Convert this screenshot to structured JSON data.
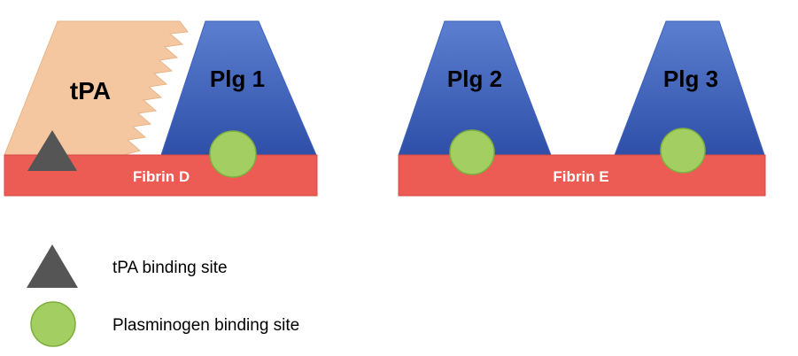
{
  "colors": {
    "tpa_fill": "#f4c7a1",
    "tpa_stroke": "#e8b58a",
    "plasminogen_gradient_top": "#5b7fd0",
    "plasminogen_gradient_bottom": "#2f4fa8",
    "plasminogen_stroke": "#3e61bd",
    "fibrin_fill": "#ec5b54",
    "fibrin_stroke": "#d94a43",
    "tpa_site_fill": "#555555",
    "plg_site_fill": "#a2ce62",
    "plg_site_stroke": "#7eae3e",
    "label_dark": "#000000",
    "label_light": "#ffffff"
  },
  "diagram": {
    "tpa_label": "tPA",
    "plg1_label": "Plg 1",
    "plg2_label": "Plg 2",
    "plg3_label": "Plg 3",
    "fibrin_d_label": "Fibrin D",
    "fibrin_e_label": "Fibrin E"
  },
  "legend": {
    "tpa_site_icon": "triangle-icon",
    "tpa_site_label": "tPA binding site",
    "plg_site_icon": "circle-icon",
    "plg_site_label": "Plasminogen binding site"
  }
}
